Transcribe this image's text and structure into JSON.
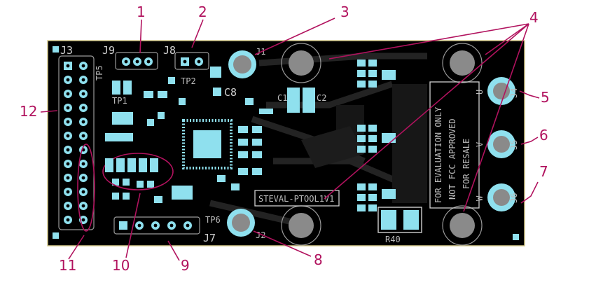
{
  "board": {
    "name_label": "STEVAL-PTOOL1V1",
    "disclaimer_lines": [
      "FOR EVALUATION ONLY",
      "NOT FCC APPROVED",
      "FOR RESALE"
    ],
    "connectors": {
      "j1": "J1",
      "j2": "J2",
      "j3": "J3",
      "j4": "J4",
      "j5": "J5",
      "j6": "J6",
      "j7": "J7",
      "j8": "J8",
      "j9": "J9"
    },
    "test_points": {
      "tp1": "TP1",
      "tp2": "TP2",
      "tp5": "TP5",
      "tp6": "TP6"
    },
    "components": {
      "c8": "C8",
      "c1": "C1",
      "c2": "C2",
      "r40": "R40"
    },
    "phase_labels": {
      "u": "U",
      "v": "V",
      "w": "W"
    },
    "colors": {
      "board": "#000000",
      "pad": "#8fe0ee",
      "callout": "#b1125e",
      "outline": "#d4c98a"
    }
  },
  "callouts": {
    "n1": "1",
    "n2": "2",
    "n3": "3",
    "n4": "4",
    "n5": "5",
    "n6": "6",
    "n7": "7",
    "n8": "8",
    "n9": "9",
    "n10": "10",
    "n11": "11",
    "n12": "12"
  }
}
